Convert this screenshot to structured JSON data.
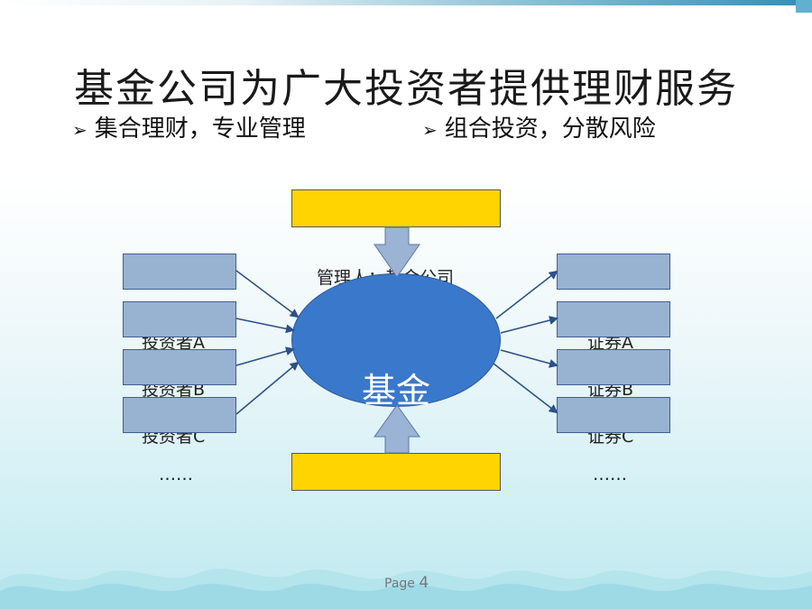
{
  "slide": {
    "title": "基金公司为广大投资者提供理财服务",
    "bullets": [
      {
        "icon": "arrow-bullet-icon",
        "text": "集合理财，专业管理"
      },
      {
        "icon": "arrow-bullet-icon",
        "text": "组合投资，分散风险"
      }
    ],
    "page_label": "Page",
    "page_number": "4"
  },
  "diagram": {
    "fund_label": "基金",
    "manager_label": "管理人：基金公司",
    "investors": [
      "投资者A",
      "投资者B",
      "投资者C"
    ],
    "investors_more": "……",
    "securities": [
      "证券A",
      "证券B",
      "证券C"
    ],
    "securities_more": "……",
    "colors": {
      "yellow_box": "#ffd400",
      "blue_box": "#98b2d2",
      "fund_ellipse": "#3a78cc",
      "arrow_fill": "#9bb3d4",
      "connector": "#2b4f8a"
    }
  }
}
